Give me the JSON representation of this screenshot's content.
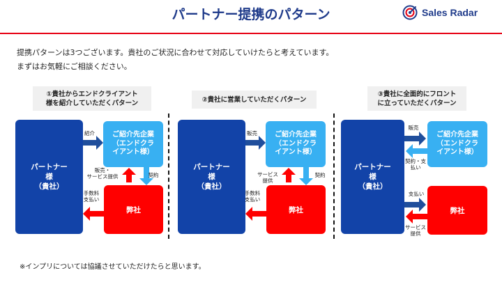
{
  "header": {
    "title": "パートナー提携のパターン",
    "logo_text": "Sales Radar"
  },
  "intro": {
    "line1": "提携パターンは3つございます。貴社のご状況に合わせて対応していけたらと考えています。",
    "line2": "まずはお気軽にご相談ください。"
  },
  "patterns": [
    {
      "caption": [
        "①貴社からエンドクライアント",
        "様を紹介していただくパターン"
      ],
      "partner": [
        "パートナー",
        "様",
        "（貴社）"
      ],
      "client": [
        "ご紹介先企業",
        "（エンドクラ",
        "イアント様）"
      ],
      "ours": "弊社",
      "labels": {
        "top": "紹介",
        "mid_left": [
          "販売・",
          "サービス提供"
        ],
        "mid_right": "契約",
        "bottom": [
          "手数料",
          "支払い"
        ]
      }
    },
    {
      "caption": [
        "②貴社に営業していただくパターン"
      ],
      "partner": [
        "パートナー",
        "様",
        "（貴社）"
      ],
      "client": [
        "ご紹介先企業",
        "（エンドクラ",
        "イアント様）"
      ],
      "ours": "弊社",
      "labels": {
        "top": "販売",
        "mid_left": [
          "サービス",
          "提供"
        ],
        "mid_right": "契約",
        "bottom": [
          "手数料",
          "支払い"
        ]
      }
    },
    {
      "caption": [
        "③貴社に全面的にフロント",
        "に立っていただくパターン"
      ],
      "partner": [
        "パートナー",
        "様",
        "（貴社）"
      ],
      "client": [
        "ご紹介先企業",
        "（エンドクラ",
        "イアント様）"
      ],
      "ours": "弊社",
      "labels": {
        "top": "販売",
        "upper_back": [
          "契約・支",
          "払い"
        ],
        "lower_fwd": "支払い",
        "lower_back": [
          "サービス",
          "提供"
        ]
      }
    }
  ],
  "footnote": "※インプリについては協議させていただけたらと思います。",
  "colors": {
    "title": "#1e3a8a",
    "partner_box": "#1243a8",
    "client_box": "#38b0f2",
    "ours_box": "#ff0000",
    "rule": "#e60012"
  }
}
